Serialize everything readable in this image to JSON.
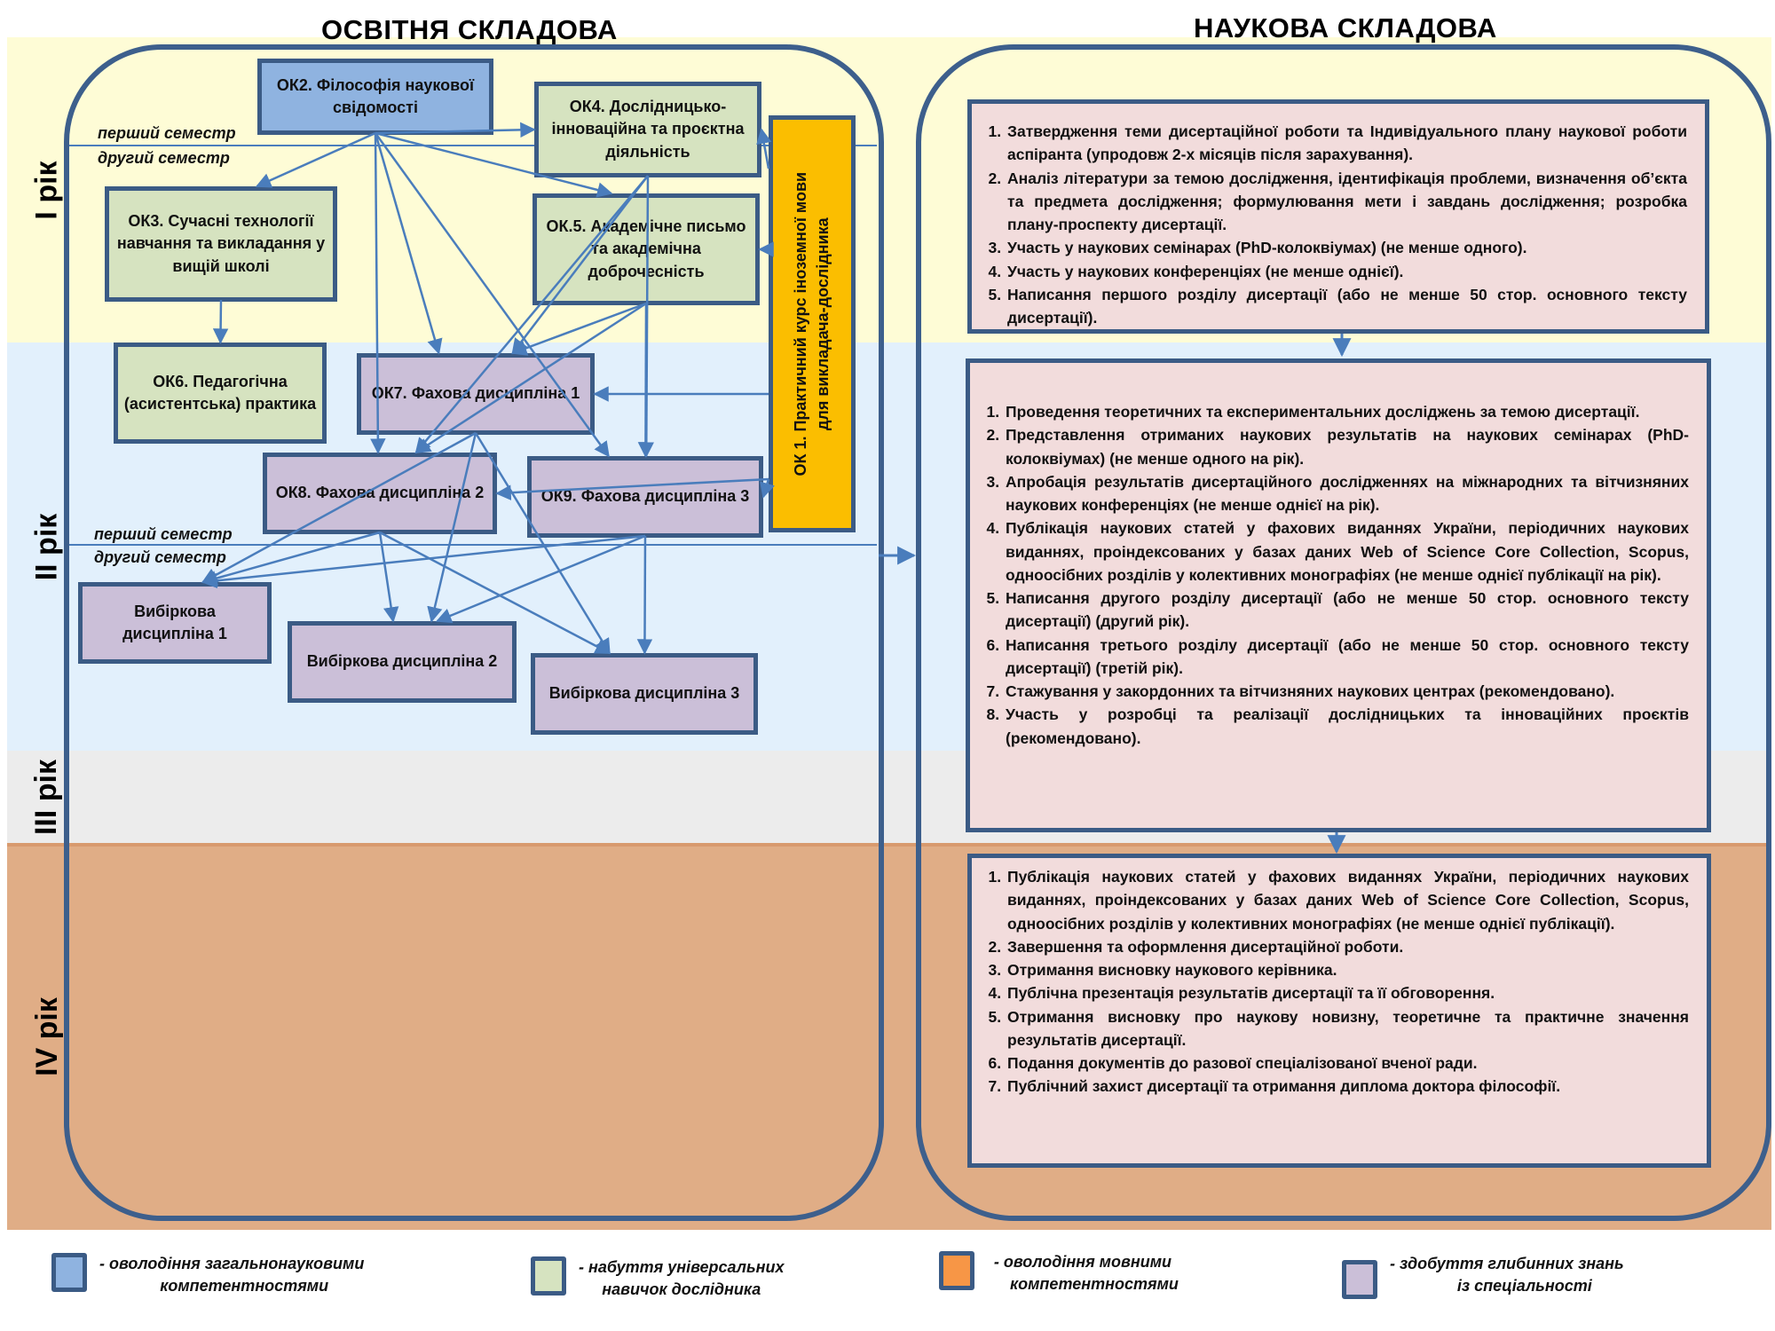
{
  "colors": {
    "general_science": "#8fb3e0",
    "universal_skills": "#d6e3c0",
    "language": "#f79646",
    "specialty": "#cbbfd8",
    "language_node": "#fbbe00",
    "border": "#3b5b85",
    "arrow": "#4a7dbc",
    "task_box": "#f2dcdc"
  },
  "years": [
    {
      "id": "year-1",
      "label": "I рік",
      "color": "#fefcd6"
    },
    {
      "id": "year-2",
      "label": "II рік",
      "color": "#e2f0fc"
    },
    {
      "id": "year-3",
      "label": "III рік",
      "color": "#ececec"
    },
    {
      "id": "year-4",
      "label": "IV рік",
      "color": "#e0ad86"
    }
  ],
  "educational": {
    "title": "ОСВІТНЯ СКЛАДОВА",
    "semester_markers": [
      {
        "first": "перший семестр",
        "second": "другий семестр"
      },
      {
        "first": "перший семестр",
        "second": "другий семестр"
      }
    ],
    "nodes": {
      "ok1": {
        "label": "ОК 1. Практичний курс іноземної мови для викладача-дослідника",
        "line1": "ОК 1. Практичний курс іноземної мови",
        "line2": "для викладача-дослідника",
        "category": "language"
      },
      "ok2": {
        "label": "ОК2. Філософія наукової свідомості",
        "category": "general_science"
      },
      "ok3": {
        "label": "ОК3. Сучасні технології навчання та викладання у вищій школі",
        "category": "universal_skills"
      },
      "ok4": {
        "label": "ОК4. Дослідницько-інноваційна та проєктна діяльність",
        "category": "universal_skills"
      },
      "ok5": {
        "label": "ОК.5. Академічне письмо та академічна доброчесність",
        "category": "universal_skills"
      },
      "ok6": {
        "label": "ОК6. Педагогічна (асистентська) практика",
        "category": "universal_skills"
      },
      "ok7": {
        "label": "ОК7. Фахова дисципліна 1",
        "category": "specialty"
      },
      "ok8": {
        "label": "ОК8. Фахова дисципліна 2",
        "category": "specialty"
      },
      "ok9": {
        "label": "ОК9. Фахова дисципліна 3",
        "category": "specialty"
      },
      "vd1": {
        "label": "Вибіркова дисципліна 1",
        "category": "specialty"
      },
      "vd2": {
        "label": "Вибіркова дисципліна 2",
        "category": "specialty"
      },
      "vd3": {
        "label": "Вибіркова дисципліна 3",
        "category": "specialty"
      }
    },
    "edges": [
      [
        "ok2",
        "ok3"
      ],
      [
        "ok2",
        "ok4"
      ],
      [
        "ok2",
        "ok5"
      ],
      [
        "ok2",
        "ok7"
      ],
      [
        "ok2",
        "ok8"
      ],
      [
        "ok2",
        "ok9"
      ],
      [
        "ok3",
        "ok6"
      ],
      [
        "ok4",
        "ok7"
      ],
      [
        "ok4",
        "ok8"
      ],
      [
        "ok4",
        "ok9"
      ],
      [
        "ok5",
        "ok7"
      ],
      [
        "ok5",
        "ok8"
      ],
      [
        "ok5",
        "ok9"
      ],
      [
        "ok1",
        "ok4"
      ],
      [
        "ok1",
        "ok5"
      ],
      [
        "ok1",
        "ok7"
      ],
      [
        "ok1",
        "ok8"
      ],
      [
        "ok1",
        "ok9"
      ],
      [
        "ok7",
        "vd1"
      ],
      [
        "ok7",
        "vd2"
      ],
      [
        "ok7",
        "vd3"
      ],
      [
        "ok8",
        "vd1"
      ],
      [
        "ok8",
        "vd2"
      ],
      [
        "ok8",
        "vd3"
      ],
      [
        "ok9",
        "vd1"
      ],
      [
        "ok9",
        "vd2"
      ],
      [
        "ok9",
        "vd3"
      ]
    ]
  },
  "scientific": {
    "title": "НАУКОВА СКЛАДОВА",
    "stages": [
      {
        "year": "I рік",
        "tasks": [
          "Затвердження теми дисертаційної роботи та Індивідуального плану наукової роботи аспіранта  (упродовж 2-х місяців після зарахування).",
          "Аналіз літератури за темою дослідження, ідентифікація проблеми, визначення об’єкта та предмета дослідження; формулювання мети і завдань дослідження; розробка плану-проспекту дисертації.",
          "Участь у наукових семінарах (PhD-колоквіумах) (не менше одного).",
          "Участь у наукових конференціях (не менше однієї).",
          "Написання першого розділу дисертації (або не менше 50 стор. основного тексту дисертації)."
        ]
      },
      {
        "year": "II–III рік",
        "tasks": [
          "Проведення теоретичних та експериментальних досліджень за темою дисертації.",
          "Представлення отриманих наукових результатів на наукових семінарах (PhD-колоквіумах) (не менше одного на рік).",
          "Апробація результатів дисертаційного дослідженнях на міжнародних та вітчизняних наукових конференціях (не менше однієї на рік).",
          "Публікація наукових статей у фахових виданнях України, періодичних наукових виданнях, проіндексованих у базах даних Web of Science Core Collection, Scopus, одноосібних  розділів у колективних монографіях (не менше однієї публікації на рік).",
          "Написання другого розділу дисертації (або не менше 50 стор. основного тексту дисертації) (другий рік).",
          "Написання третього розділу дисертації (або не менше 50 стор. основного тексту дисертації) (третій рік).",
          "Стажування у закордонних та вітчизняних наукових центрах (рекомендовано).",
          "Участь у розробці та реалізації дослідницьких та інноваційних проєктів (рекомендовано)."
        ]
      },
      {
        "year": "IV рік",
        "tasks": [
          "Публікація наукових статей у фахових виданнях України, періодичних наукових виданнях, проіндексованих у базах даних Web of Science Core Collection, Scopus, одноосібних  розділів у колективних монографіях (не менше однієї публікації).",
          "Завершення та оформлення дисертаційної роботи.",
          "Отримання висновку наукового керівника.",
          "Публічна презентація результатів дисертації та її обговорення.",
          "Отримання висновку про наукову новизну, теоретичне та практичне значення результатів дисертації.",
          "Подання документів до разової спеціалізованої вченої ради.",
          "Публічний захист дисертації  та отримання диплома доктора філософії."
        ]
      }
    ]
  },
  "legend": [
    {
      "line1": "- оволодіння загальнонауковими",
      "line2": "компетентностями",
      "color": "#8fb3e0"
    },
    {
      "line1": "- набуття універсальних",
      "line2": "навичок дослідника",
      "color": "#d6e3c0"
    },
    {
      "line1": "- оволодіння мовними",
      "line2": "компетентностями",
      "color": "#f79646"
    },
    {
      "line1": "- здобуття глибинних знань",
      "line2": "із спеціальності",
      "color": "#cbbfd8"
    }
  ]
}
